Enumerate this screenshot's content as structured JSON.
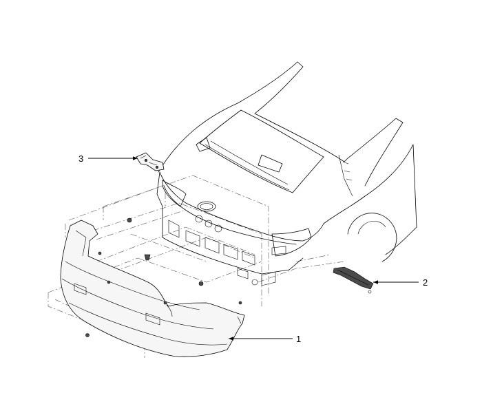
{
  "callouts": [
    {
      "id": "1",
      "label": "1"
    },
    {
      "id": "2",
      "label": "2"
    },
    {
      "id": "3",
      "label": "3"
    }
  ],
  "colors": {
    "line": "#000000",
    "background": "#ffffff",
    "part_fill": "#f6f6f6"
  }
}
